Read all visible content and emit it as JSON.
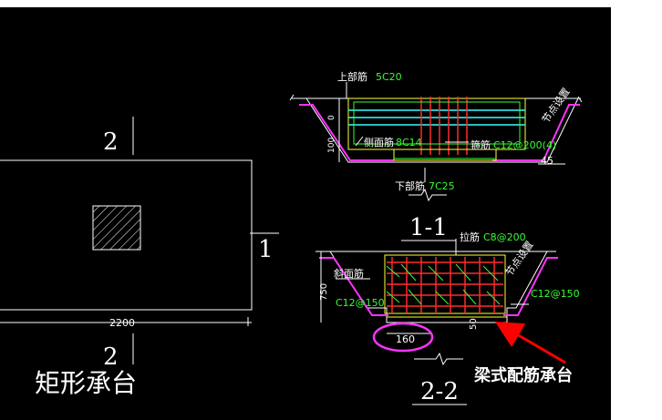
{
  "colors": {
    "background": "#000000",
    "white": "#ffffff",
    "yellow": "#ffff33",
    "green": "#33ff33",
    "cyan": "#33ffff",
    "red": "#ff2a2a",
    "magenta": "#ff33ff",
    "annotation": "#ff0000",
    "text_annotation": "#ffffff"
  },
  "left_plan": {
    "section_mark_top": "2",
    "section_mark_right": "1",
    "section_mark_bottom": "2",
    "width_dim": "2200",
    "title": "矩形承台"
  },
  "section_1_1": {
    "top_label": "上部筋",
    "top_value": "5C20",
    "side_label": "侧面筋",
    "side_value": "8C14",
    "stirrup_label": "箍筋",
    "stirrup_value": "C12@200(4)",
    "bottom_label": "下部筋",
    "bottom_value": "7C25",
    "node_text": "节点设置",
    "dim_top": "0",
    "dim_left": "100",
    "angle": "45",
    "title": "1-1"
  },
  "section_2_2": {
    "tie_label": "拉筋",
    "tie_value": "C8@200",
    "slope_label": "斜面筋",
    "slope_value": "C12@150",
    "right_value": "C12@150",
    "node_text": "节点设置",
    "dim_height": "750",
    "dim_width": "160",
    "dim_small": "50",
    "title": "2-2"
  },
  "annotation": {
    "label": "梁式配筋承台"
  }
}
